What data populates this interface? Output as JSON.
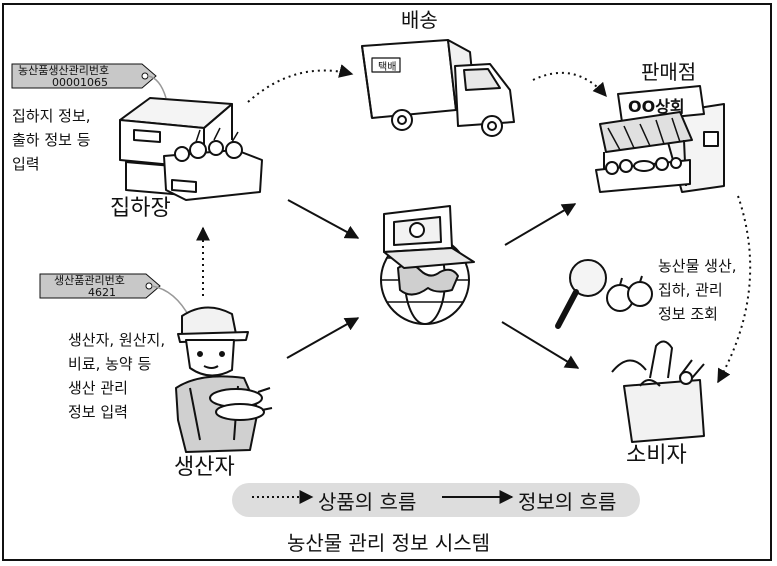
{
  "diagram": {
    "nodes": {
      "delivery": {
        "label": "배송",
        "icon": "delivery-truck-icon",
        "truck_text": "택배"
      },
      "store": {
        "label": "판매점",
        "icon": "storefront-icon",
        "sign_text": "OO상회"
      },
      "collection": {
        "label": "집하장",
        "icon": "produce-crates-icon"
      },
      "farmer": {
        "label": "생산자",
        "icon": "farmer-icon"
      },
      "consumer": {
        "label": "소비자",
        "icon": "shopping-bag-icon"
      },
      "system": {
        "icon": "globe-laptop-icon"
      }
    },
    "tags": {
      "collection": {
        "line1": "농산품생산관리번호",
        "line2": "00001065"
      },
      "farmer": {
        "line1": "생산품관리번호",
        "line2": "4621"
      }
    },
    "notes": {
      "collection": [
        "집하지 정보,",
        "출하 정보 등",
        "입력"
      ],
      "farmer": [
        "생산자, 원산지,",
        "비료, 농약 등",
        "생산 관리",
        "정보 입력"
      ],
      "consumer": [
        "농산물 생산,",
        "집하, 관리",
        "정보 조회"
      ]
    },
    "legend": {
      "goods_flow": "상품의 흐름",
      "info_flow": "정보의 흐름"
    },
    "caption": "농산물 관리 정보 시스템",
    "colors": {
      "tag_fill": "#c8c8c8",
      "legend_fill": "#dddddd",
      "line": "#111111"
    }
  }
}
